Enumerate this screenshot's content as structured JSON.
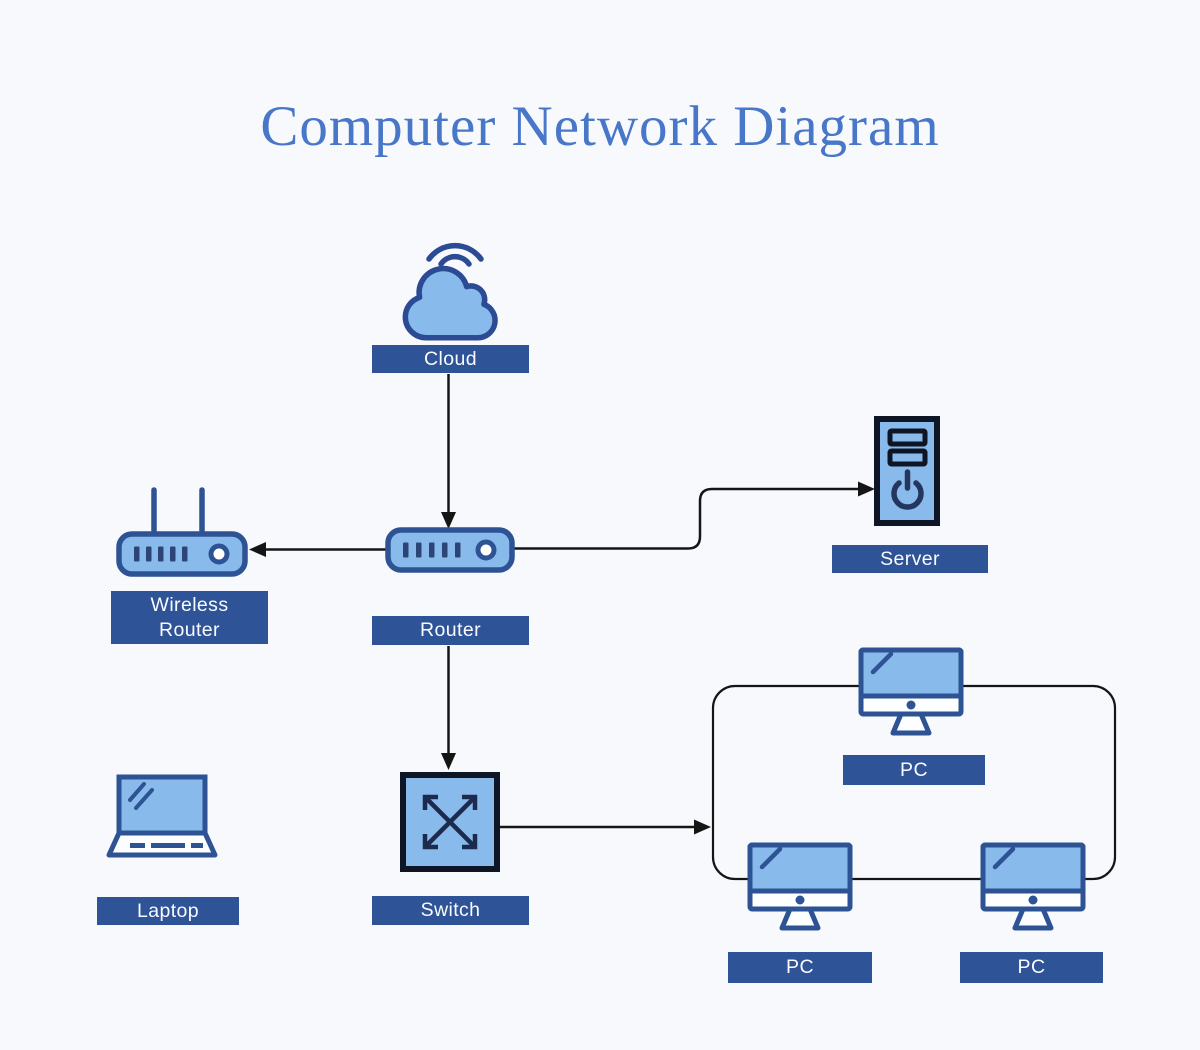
{
  "title": "Computer Network Diagram",
  "colors": {
    "background": "#F7F9FC",
    "title_text": "#4876C8",
    "label_background": "#2E5396",
    "label_text": "#FAFBFF",
    "icon_fill": "#89BAEC",
    "icon_outline_blue": "#2E5395",
    "icon_outline_dark": "#0E1524",
    "icon_detail_navy": "#24365F",
    "connector_line": "#151515"
  },
  "nodes": [
    {
      "id": "cloud",
      "label": "Cloud",
      "icon": "cloud-icon"
    },
    {
      "id": "router",
      "label": "Router",
      "icon": "router-icon"
    },
    {
      "id": "wireless_router",
      "label": "Wireless\nRouter",
      "icon": "wireless-router-icon"
    },
    {
      "id": "server",
      "label": "Server",
      "icon": "server-icon"
    },
    {
      "id": "switch",
      "label": "Switch",
      "icon": "switch-icon"
    },
    {
      "id": "laptop",
      "label": "Laptop",
      "icon": "laptop-icon"
    },
    {
      "id": "pc_top",
      "label": "PC",
      "icon": "desktop-pc-icon"
    },
    {
      "id": "pc_bottom_left",
      "label": "PC",
      "icon": "desktop-pc-icon"
    },
    {
      "id": "pc_bottom_right",
      "label": "PC",
      "icon": "desktop-pc-icon"
    }
  ],
  "edges": [
    {
      "from": "cloud",
      "to": "router",
      "style": "arrow-down"
    },
    {
      "from": "router",
      "to": "wireless_router",
      "style": "arrow-left"
    },
    {
      "from": "router",
      "to": "server",
      "style": "elbow-arrow-right"
    },
    {
      "from": "router",
      "to": "switch",
      "style": "arrow-down"
    },
    {
      "from": "switch",
      "to": "pc_ring",
      "style": "arrow-right"
    },
    {
      "from": "pc_ring",
      "to": "pc_top, pc_bottom_left, pc_bottom_right",
      "style": "rounded-ring"
    }
  ]
}
